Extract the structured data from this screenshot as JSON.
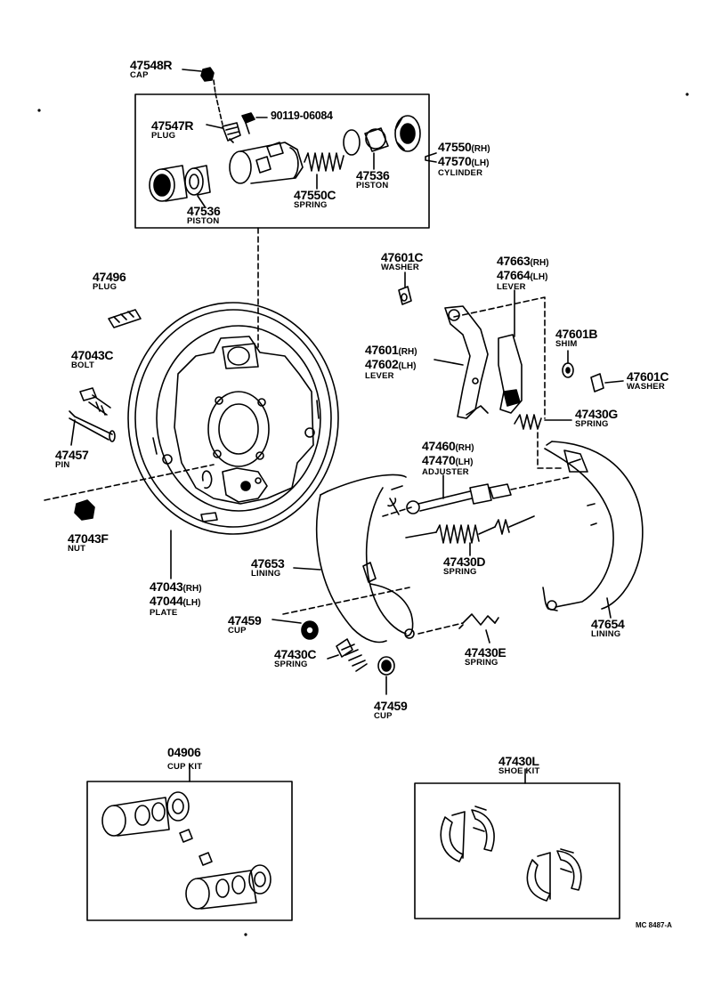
{
  "colors": {
    "ink": "#000000",
    "paper": "#ffffff"
  },
  "parts": {
    "cap_top": {
      "number": "47548R",
      "name": "CAP"
    },
    "plug_r": {
      "number": "47547R",
      "name": "PLUG"
    },
    "bolt_code": {
      "number": "90119-06084"
    },
    "cyl": {
      "number_rh": "47550",
      "suffix_rh": "(RH)",
      "number_lh": "47570",
      "suffix_lh": "(LH)",
      "name": "CYLINDER"
    },
    "piston_right": {
      "number": "47536",
      "name": "PISTON"
    },
    "spring_c": {
      "number": "47550C",
      "name": "SPRING"
    },
    "piston_left": {
      "number": "47536",
      "name": "PISTON"
    },
    "plug_496": {
      "number": "47496",
      "name": "PLUG"
    },
    "bolt_043c": {
      "number": "47043C",
      "name": "BOLT"
    },
    "pin_457": {
      "number": "47457",
      "name": "PIN"
    },
    "nut_043f": {
      "number": "47043F",
      "name": "NUT"
    },
    "plate": {
      "number_rh": "47043",
      "suffix_rh": "(RH)",
      "number_lh": "47044",
      "suffix_lh": "(LH)",
      "name": "PLATE"
    },
    "washer_601c_top": {
      "number": "47601C",
      "name": "WASHER"
    },
    "lever_663": {
      "number_rh": "47663",
      "suffix_rh": "(RH)",
      "number_lh": "47664",
      "suffix_lh": "(LH)",
      "name": "LEVER"
    },
    "lever_601": {
      "number_rh": "47601",
      "suffix_rh": "(RH)",
      "number_lh": "47602",
      "suffix_lh": "(LH)",
      "name": "LEVER"
    },
    "shim_601b": {
      "number": "47601B",
      "name": "SHIM"
    },
    "washer_601c_right": {
      "number": "47601C",
      "name": "WASHER"
    },
    "spring_430g": {
      "number": "47430G",
      "name": "SPRING"
    },
    "adjuster": {
      "number_rh": "47460",
      "suffix_rh": "(RH)",
      "number_lh": "47470",
      "suffix_lh": "(LH)",
      "name": "ADJUSTER"
    },
    "lining_653": {
      "number": "47653",
      "name": "LINING"
    },
    "spring_430d": {
      "number": "47430D",
      "name": "SPRING"
    },
    "lining_654": {
      "number": "47654",
      "name": "LINING"
    },
    "cup_459_left": {
      "number": "47459",
      "name": "CUP"
    },
    "spring_430c": {
      "number": "47430C",
      "name": "SPRING"
    },
    "spring_430e": {
      "number": "47430E",
      "name": "SPRING"
    },
    "cup_459_bottom": {
      "number": "47459",
      "name": "CUP"
    },
    "cup_kit": {
      "number": "04906",
      "name": "CUP KIT"
    },
    "shoe_kit": {
      "number": "47430L",
      "name": "SHOE KIT"
    }
  },
  "footer_code": "MC 8487-A"
}
